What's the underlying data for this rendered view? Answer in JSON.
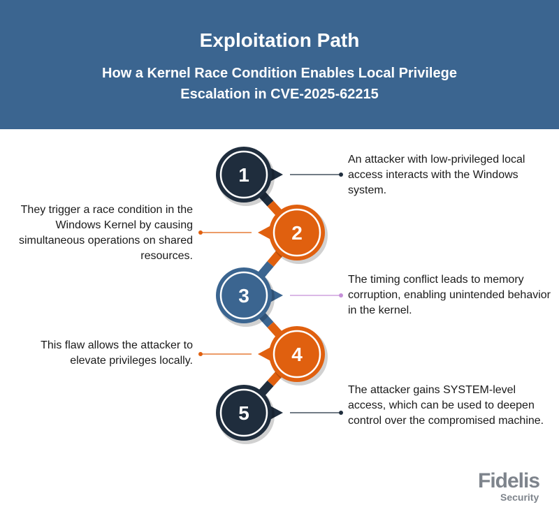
{
  "header": {
    "title": "Exploitation Path",
    "subtitle": "How a Kernel Race Condition Enables Local Privilege Escalation in CVE-2025-62215"
  },
  "steps": [
    {
      "number": "1",
      "text": "An attacker with low-privileged local access interacts with the Windows system.",
      "color": "#1f2d3d",
      "side": "right"
    },
    {
      "number": "2",
      "text": "They trigger a race condition in the Windows Kernel by causing simultaneous operations on shared resources.",
      "color": "#e0600f",
      "side": "left"
    },
    {
      "number": "3",
      "text": "The timing conflict leads to memory corruption, enabling unintended behavior in the kernel.",
      "color": "#3b6590",
      "side": "right"
    },
    {
      "number": "4",
      "text": "This flaw allows the attacker to elevate privileges locally.",
      "color": "#e0600f",
      "side": "left"
    },
    {
      "number": "5",
      "text": "The attacker gains SYSTEM-level access, which can be used to deepen control over the compromised machine.",
      "color": "#1f2d3d",
      "side": "right"
    }
  ],
  "logo": {
    "name": "Fidelis",
    "tagline": "Security"
  }
}
